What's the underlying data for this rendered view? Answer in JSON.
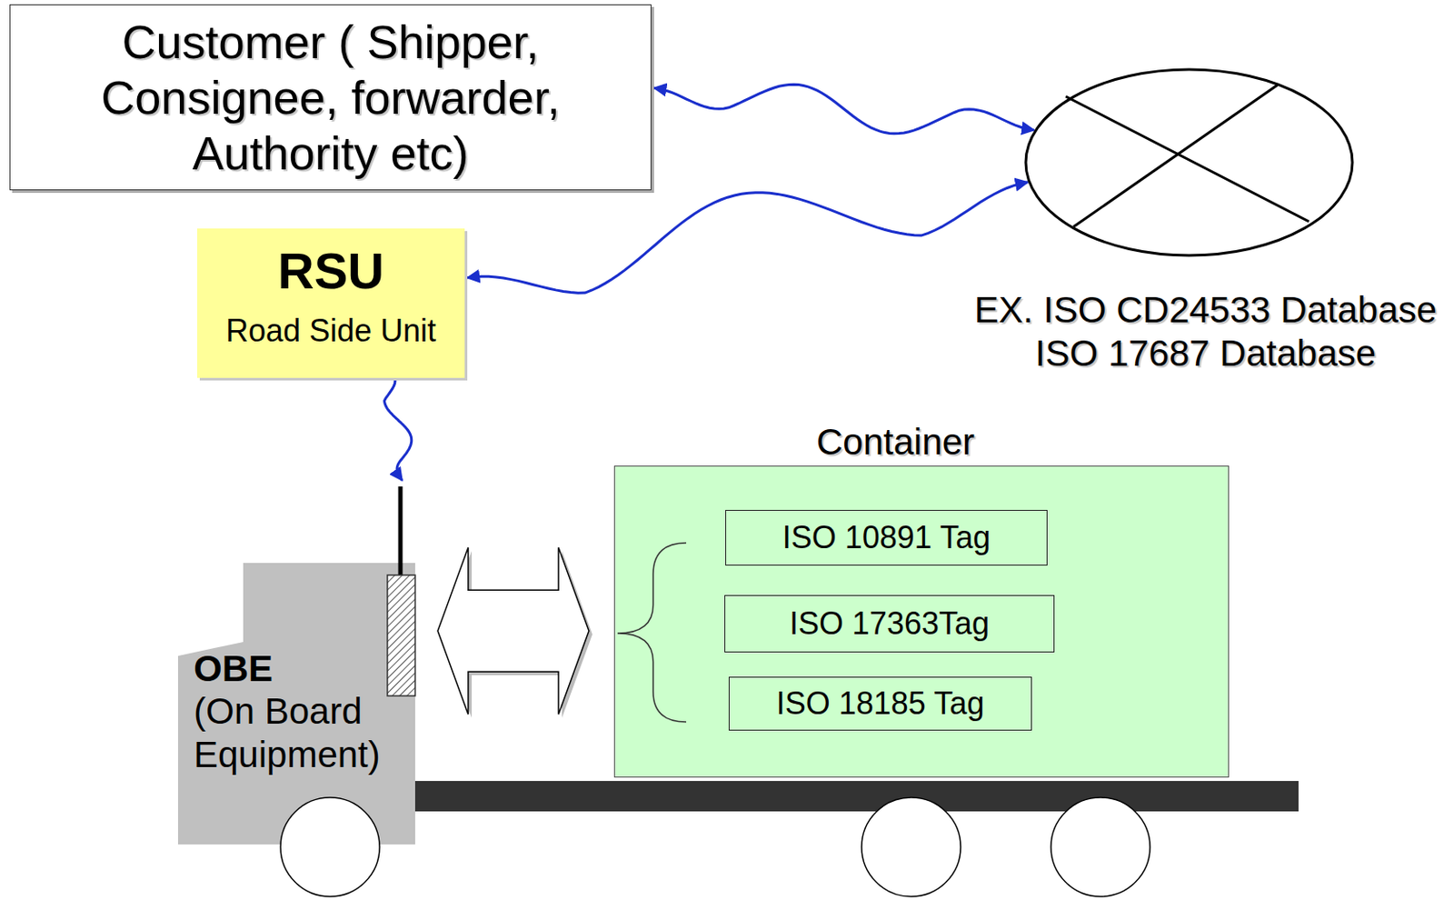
{
  "diagram": {
    "nodes": [
      {
        "text": [
          "Customer ( Shipper, Consignee, forwarder, Authority etc)"
        ]
      },
      {
        "text": [
          "EX. ISO CD24533 Database",
          "ISO 17687 Database"
        ]
      },
      {
        "text": [
          "RSU",
          "Road Side Unit"
        ]
      },
      {
        "text": [
          "OBE",
          "(On Board Equipment)"
        ]
      },
      {
        "text": [
          "Container"
        ]
      },
      {
        "text": [
          "ISO 10891 Tag"
        ],
        "in": 4
      },
      {
        "text": [
          "ISO 17363Tag"
        ],
        "in": 4
      },
      {
        "text": [
          "ISO 18185 Tag"
        ],
        "in": 4
      }
    ],
    "edges": [
      {
        "from": 0,
        "to": 1,
        "arrow": "both"
      },
      {
        "from": 2,
        "to": 1,
        "arrow": "both"
      },
      {
        "from": 2,
        "to": 3,
        "arrow": "to"
      },
      {
        "from": 3,
        "to": 4,
        "arrow": "both"
      }
    ]
  }
}
